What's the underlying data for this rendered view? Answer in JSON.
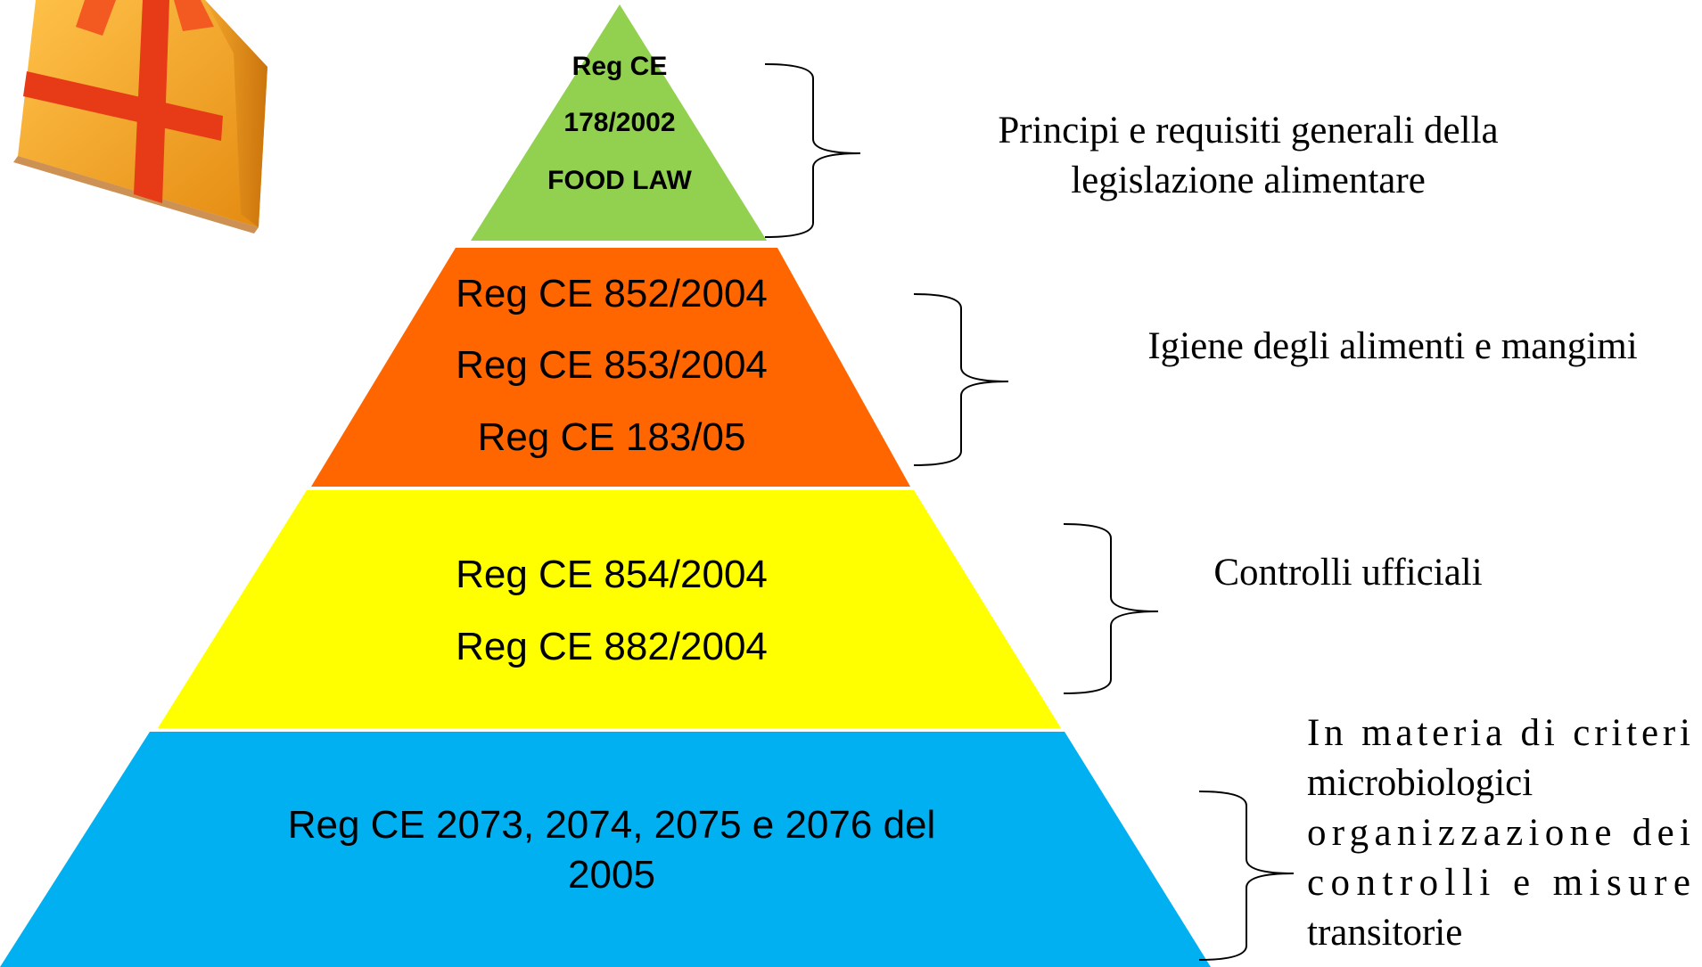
{
  "levels": [
    {
      "color": "#92D050",
      "lines": [
        "Reg CE",
        "178/2002",
        "FOOD LAW"
      ]
    },
    {
      "color": "#FF6600",
      "lines": [
        "Reg CE 852/2004",
        "Reg CE 853/2004",
        "Reg CE 183/05"
      ]
    },
    {
      "color": "#FFFF00",
      "lines": [
        "Reg CE 854/2004",
        "Reg CE 882/2004"
      ]
    },
    {
      "color": "#00B0F0",
      "lines": [
        "Reg CE 2073, 2074, 2075 e 2076 del",
        "2005"
      ]
    }
  ],
  "descriptions": [
    [
      "Principi e requisiti generali della",
      "legislazione alimentare"
    ],
    [
      "Igiene degli alimenti e mangimi"
    ],
    [
      "Controlli ufficiali"
    ],
    [
      "In materia di criteri",
      "microbiologici",
      "organizzazione dei",
      "controlli e misure",
      "transitorie"
    ]
  ],
  "gift_icon": "gift-box-icon"
}
